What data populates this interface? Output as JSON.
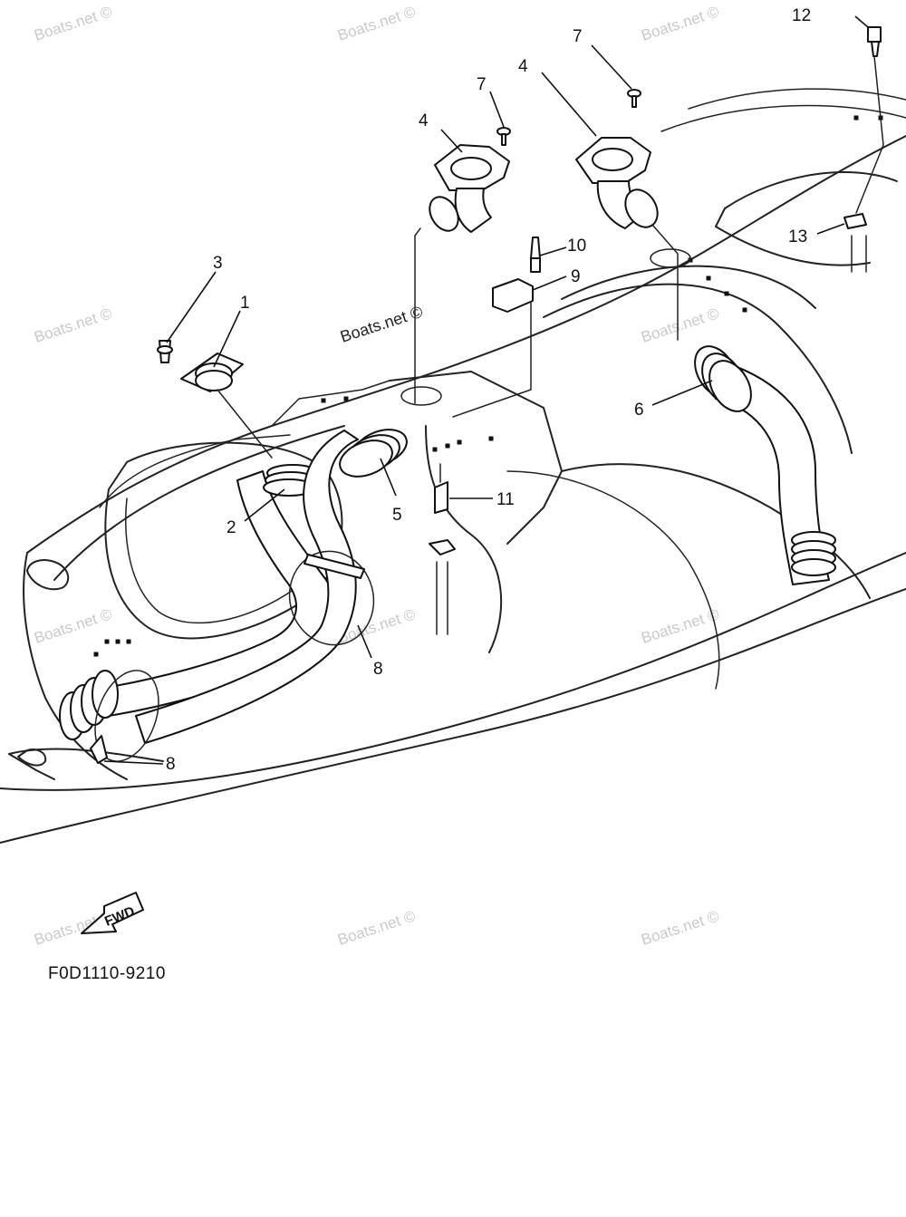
{
  "diagram": {
    "figure_code": "F0D1110-9210",
    "direction_label": "FWD",
    "watermark": "Boats.net ©",
    "callouts": [
      "1",
      "2",
      "3",
      "4",
      "4",
      "5",
      "6",
      "7",
      "7",
      "8",
      "8",
      "9",
      "10",
      "11",
      "12",
      "13"
    ]
  }
}
